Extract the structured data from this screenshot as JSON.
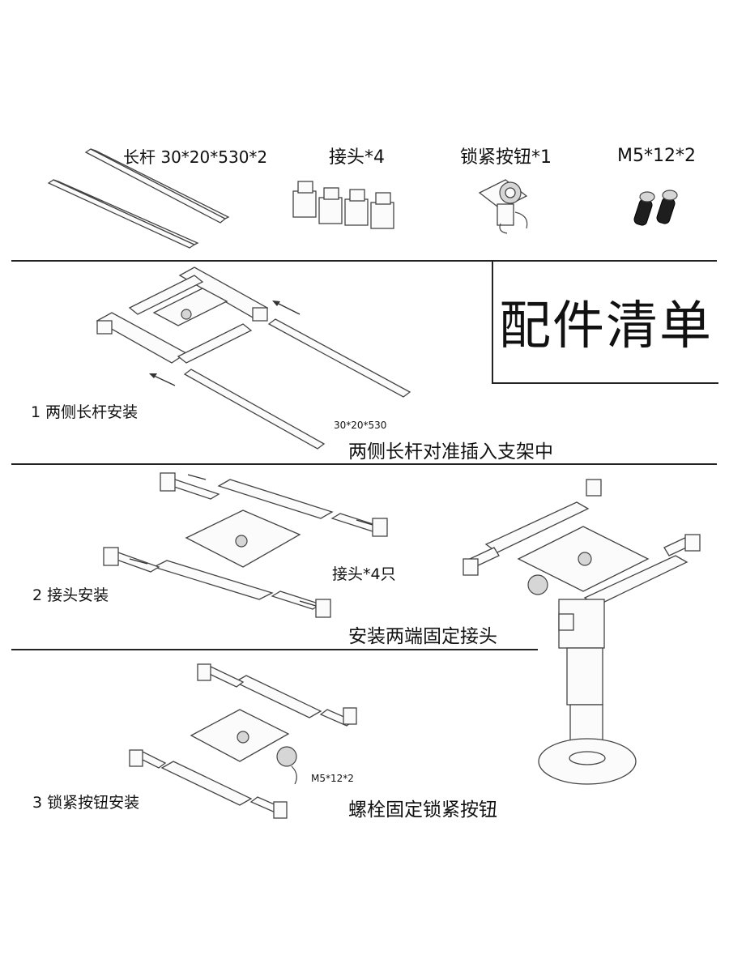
{
  "parts": {
    "rod_label": "长杆 30*20*530*2",
    "connector_label": "接头*4",
    "lock_button_label": "锁紧按钮*1",
    "bolt_label": "M5*12*2"
  },
  "title": "配件清单",
  "step1": {
    "label": "1 两侧长杆安装",
    "dimension": "30*20*530",
    "caption": "两侧长杆对准插入支架中"
  },
  "step2": {
    "label": "2 接头安装",
    "connector_note": "接头*4只",
    "caption": "安装两端固定接头"
  },
  "step3": {
    "label": "3 锁紧按钮安装",
    "bolt_note": "M5*12*2",
    "caption": "螺栓固定锁紧按钮"
  }
}
